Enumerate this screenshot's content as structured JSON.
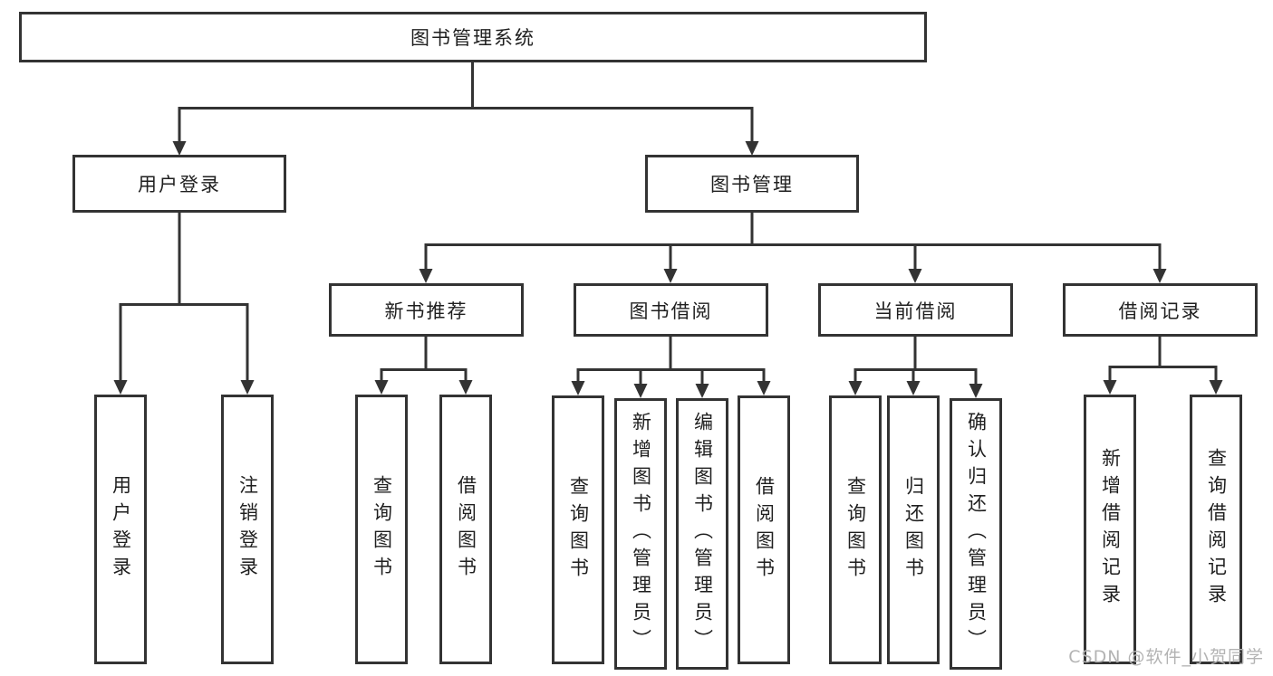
{
  "tree": {
    "root": {
      "label": "图书管理系统"
    },
    "children": [
      {
        "label": "用户登录",
        "children": [
          {
            "label": "用户登录"
          },
          {
            "label": "注销登录"
          }
        ]
      },
      {
        "label": "图书管理",
        "children": [
          {
            "label": "新书推荐",
            "children": [
              {
                "label": "查询图书"
              },
              {
                "label": "借阅图书"
              }
            ]
          },
          {
            "label": "图书借阅",
            "children": [
              {
                "label": "查询图书"
              },
              {
                "label": "新增图书（管理员）"
              },
              {
                "label": "编辑图书（管理员）"
              },
              {
                "label": "借阅图书"
              }
            ]
          },
          {
            "label": "当前借阅",
            "children": [
              {
                "label": "查询图书"
              },
              {
                "label": "归还图书"
              },
              {
                "label": "确认归还（管理员）"
              }
            ]
          },
          {
            "label": "借阅记录",
            "children": [
              {
                "label": "新增借阅记录"
              },
              {
                "label": "查询借阅记录"
              }
            ]
          }
        ]
      }
    ]
  },
  "watermark": "CSDN @软件_小贺同学",
  "colors": {
    "line": "#333333",
    "text": "#1f1f1f",
    "background": "#ffffff",
    "watermark": "#b3b3b3"
  }
}
